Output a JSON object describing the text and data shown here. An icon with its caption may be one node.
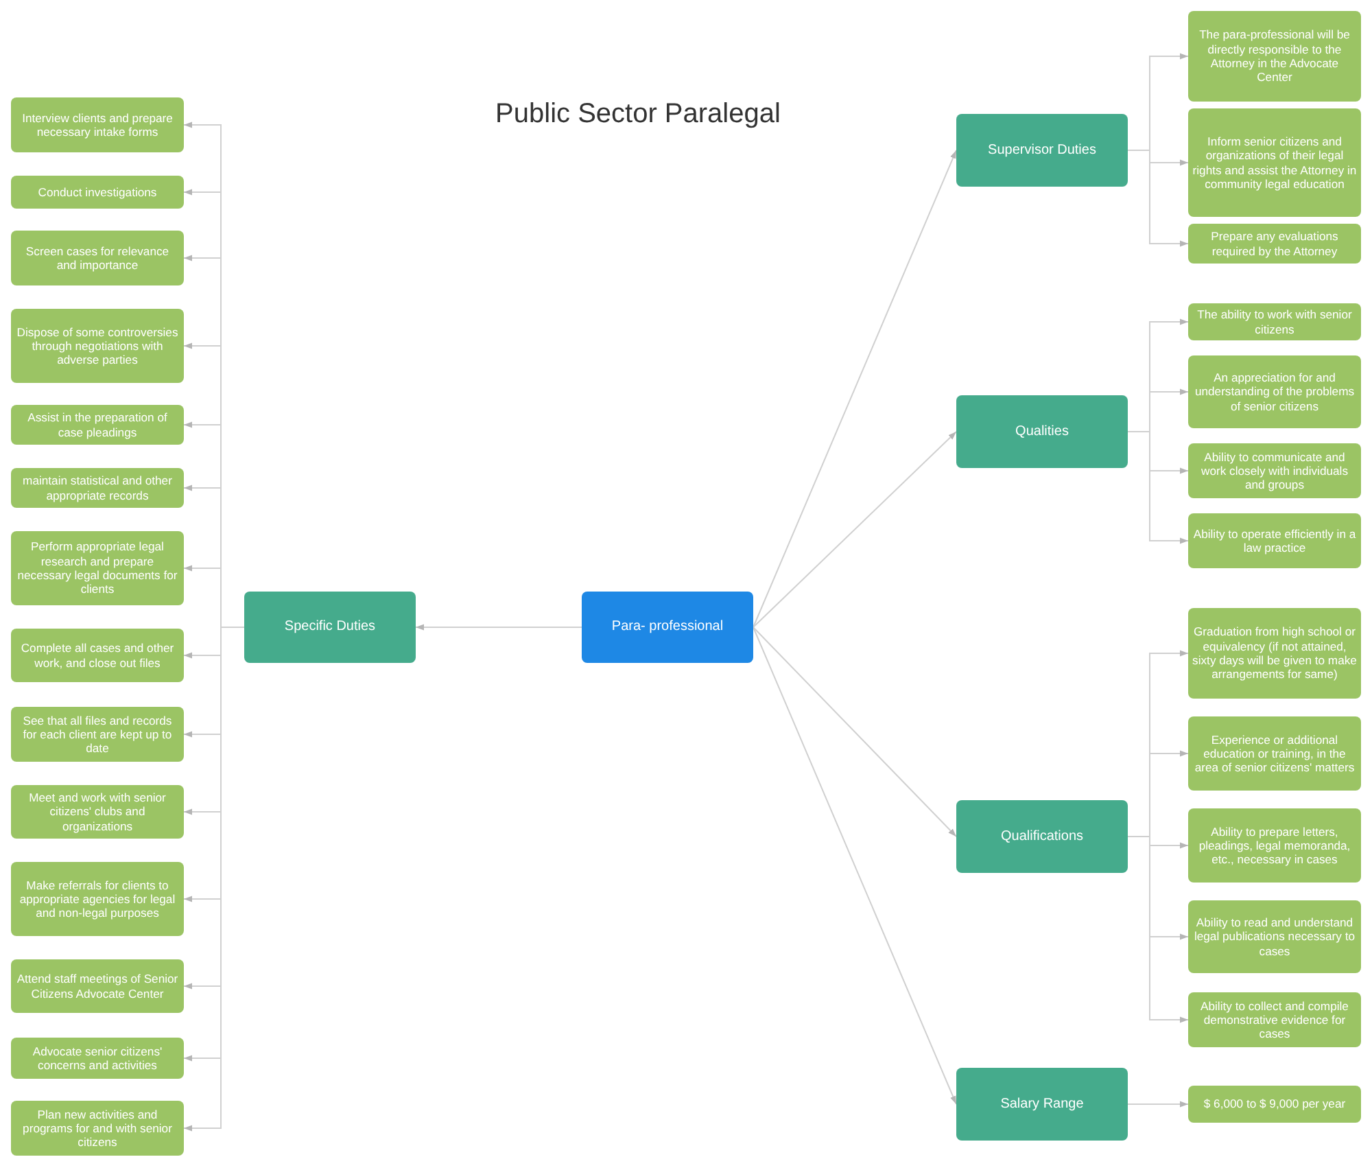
{
  "diagram": {
    "title": "Public Sector Paralegal",
    "nodes": [
      {
        "text": [
          "Para- professional"
        ]
      },
      {
        "text": [
          "Specific Duties"
        ]
      },
      {
        "text": [
          "Interview clients and prepare necessary intake forms"
        ]
      },
      {
        "text": [
          "Conduct investigations"
        ]
      },
      {
        "text": [
          "Screen cases for relevance and importance"
        ]
      },
      {
        "text": [
          "Dispose of some controversies through negotiations with adverse parties"
        ]
      },
      {
        "text": [
          "Assist in the preparation of case pleadings"
        ]
      },
      {
        "text": [
          "maintain statistical and other appropriate records"
        ]
      },
      {
        "text": [
          "Perform appropriate legal research and prepare necessary legal documents for clients"
        ]
      },
      {
        "text": [
          "Complete all cases and other work, and close out files"
        ]
      },
      {
        "text": [
          "See that all files and records for each client are kept up to date"
        ]
      },
      {
        "text": [
          "Meet and work with senior citizens' clubs and organizations"
        ]
      },
      {
        "text": [
          "Make referrals for clients to appropriate agencies for legal and non-legal purposes"
        ]
      },
      {
        "text": [
          "Attend staff meetings of Senior Citizens Advocate Center"
        ]
      },
      {
        "text": [
          "Advocate senior citizens' concerns and activities"
        ]
      },
      {
        "text": [
          "Plan new activities and programs for and with senior citizens"
        ]
      },
      {
        "text": [
          "Supervisor Duties"
        ]
      },
      {
        "text": [
          "The para-professional will be directly responsible to the Attorney in the Advocate Center"
        ]
      },
      {
        "text": [
          "Inform senior citizens and organizations of their legal rights and assist the Attorney in community legal education"
        ]
      },
      {
        "text": [
          "Prepare any evaluations required by the Attorney"
        ]
      },
      {
        "text": [
          "Qualities"
        ]
      },
      {
        "text": [
          "The ability to work with senior citizens"
        ]
      },
      {
        "text": [
          "An appreciation for and understanding of the problems of senior citizens"
        ]
      },
      {
        "text": [
          "Ability to communicate and work closely with individuals and groups"
        ]
      },
      {
        "text": [
          "Ability to operate efficiently in a law practice"
        ]
      },
      {
        "text": [
          "Qualifications"
        ]
      },
      {
        "text": [
          "Graduation from high school or equivalency (if not attained, sixty days will be given to make arrangements for same)"
        ]
      },
      {
        "text": [
          "Experience or additional education or training, in the area of senior citizens' matters"
        ]
      },
      {
        "text": [
          "Ability to prepare letters, pleadings, legal memoranda, etc., necessary in cases"
        ]
      },
      {
        "text": [
          "Ability to read and understand legal publications necessary to cases"
        ]
      },
      {
        "text": [
          "Ability to collect and compile demonstrative evidence for cases"
        ]
      },
      {
        "text": [
          "Salary Range"
        ]
      },
      {
        "text": [
          "$ 6,000 to $ 9,000 per year"
        ]
      }
    ],
    "edges": [
      {
        "from": 0,
        "to": 1,
        "arrow": "to"
      },
      {
        "from": 1,
        "to": 2,
        "arrow": "to"
      },
      {
        "from": 1,
        "to": 3,
        "arrow": "to"
      },
      {
        "from": 1,
        "to": 4,
        "arrow": "to"
      },
      {
        "from": 1,
        "to": 5,
        "arrow": "to"
      },
      {
        "from": 1,
        "to": 6,
        "arrow": "to"
      },
      {
        "from": 1,
        "to": 7,
        "arrow": "to"
      },
      {
        "from": 1,
        "to": 8,
        "arrow": "to"
      },
      {
        "from": 1,
        "to": 9,
        "arrow": "to"
      },
      {
        "from": 1,
        "to": 10,
        "arrow": "to"
      },
      {
        "from": 1,
        "to": 11,
        "arrow": "to"
      },
      {
        "from": 1,
        "to": 12,
        "arrow": "to"
      },
      {
        "from": 1,
        "to": 13,
        "arrow": "to"
      },
      {
        "from": 1,
        "to": 14,
        "arrow": "to"
      },
      {
        "from": 1,
        "to": 15,
        "arrow": "to"
      },
      {
        "from": 0,
        "to": 16,
        "arrow": "to"
      },
      {
        "from": 16,
        "to": 17,
        "arrow": "to"
      },
      {
        "from": 16,
        "to": 18,
        "arrow": "to"
      },
      {
        "from": 16,
        "to": 19,
        "arrow": "to"
      },
      {
        "from": 0,
        "to": 20,
        "arrow": "to"
      },
      {
        "from": 20,
        "to": 21,
        "arrow": "to"
      },
      {
        "from": 20,
        "to": 22,
        "arrow": "to"
      },
      {
        "from": 20,
        "to": 23,
        "arrow": "to"
      },
      {
        "from": 20,
        "to": 24,
        "arrow": "to"
      },
      {
        "from": 0,
        "to": 25,
        "arrow": "to"
      },
      {
        "from": 25,
        "to": 26,
        "arrow": "to"
      },
      {
        "from": 25,
        "to": 27,
        "arrow": "to"
      },
      {
        "from": 25,
        "to": 28,
        "arrow": "to"
      },
      {
        "from": 25,
        "to": 29,
        "arrow": "to"
      },
      {
        "from": 25,
        "to": 30,
        "arrow": "to"
      },
      {
        "from": 0,
        "to": 31,
        "arrow": "to"
      },
      {
        "from": 31,
        "to": 32,
        "arrow": "to"
      }
    ]
  }
}
